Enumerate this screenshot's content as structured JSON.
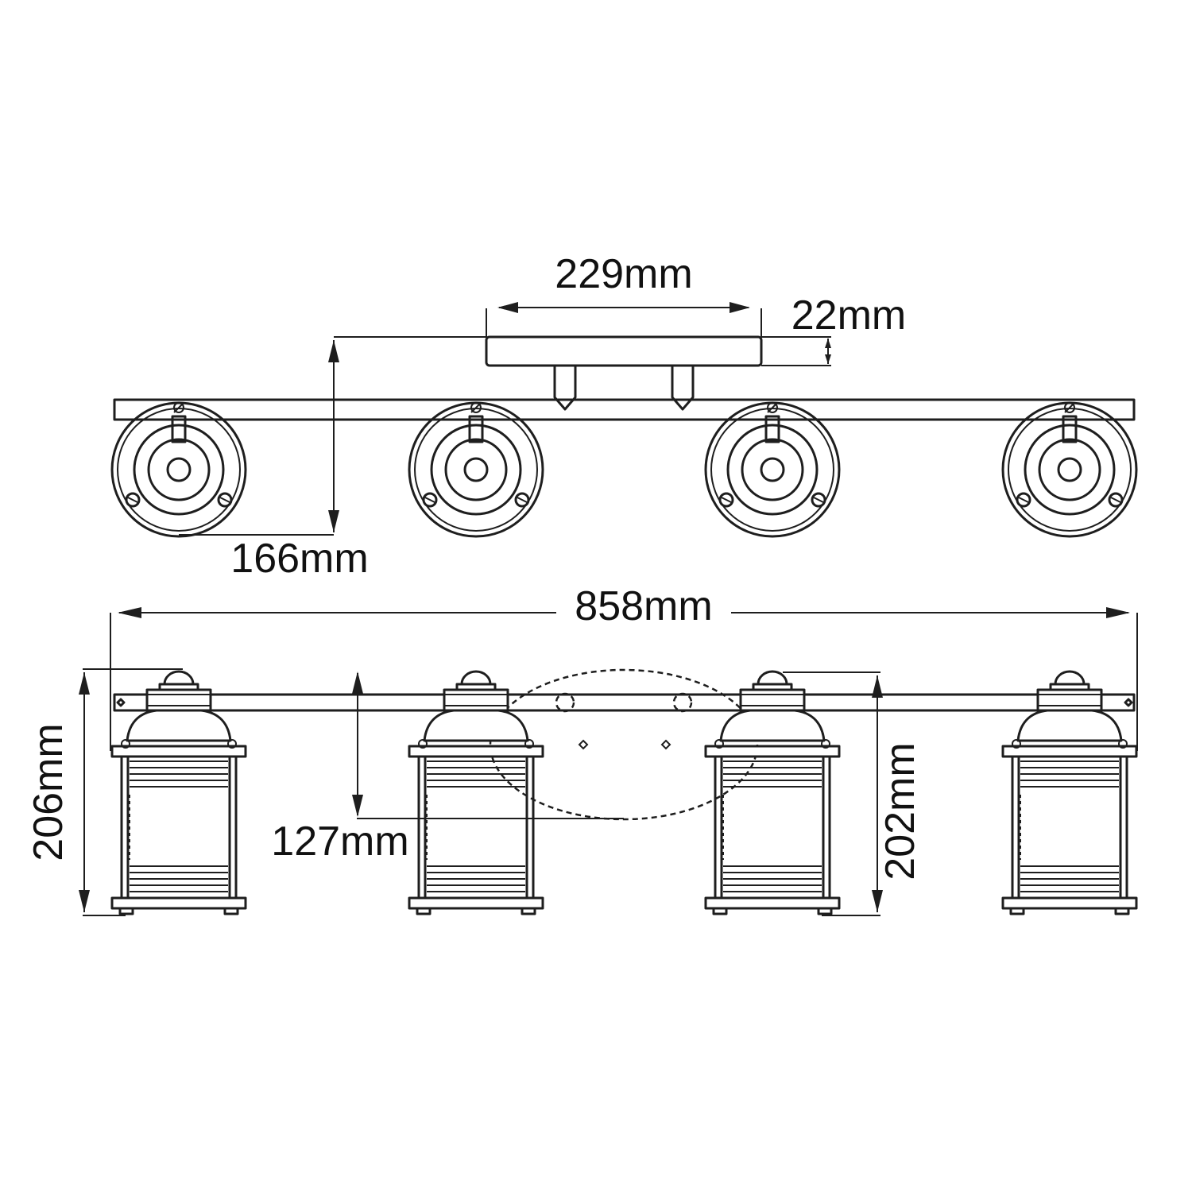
{
  "dimensions": {
    "plate_width": "229mm",
    "plate_depth": "22mm",
    "projection": "166mm",
    "overall_width": "858mm",
    "overall_height": "206mm",
    "plate_height": "127mm",
    "shade_height": "202mm"
  },
  "views": {
    "top_view_lamp_count": 4,
    "front_view_lamp_count": 4
  },
  "colors": {
    "line": "#1e1e1e",
    "background": "#ffffff"
  }
}
